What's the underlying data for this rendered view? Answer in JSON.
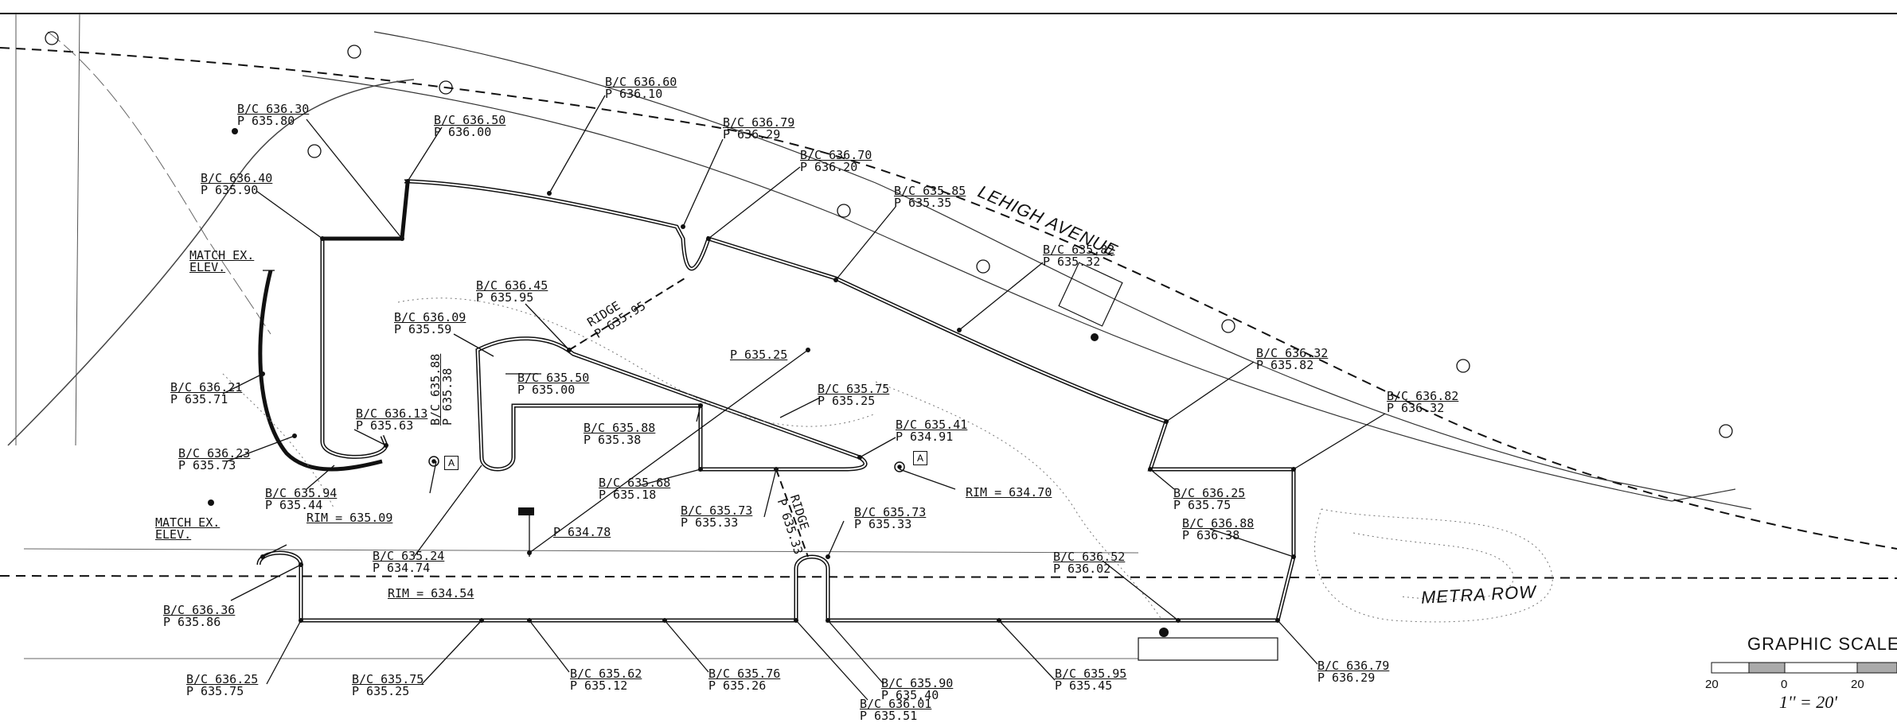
{
  "streets": {
    "lehigh": "LEHIGH AVENUE",
    "metra": "METRA ROW"
  },
  "spot_labels": [
    {
      "bc": "B/C 636.30",
      "p": "P 635.80"
    },
    {
      "bc": "B/C 636.50",
      "p": "P 636.00"
    },
    {
      "bc": "B/C 636.60",
      "p": "P 636.10"
    },
    {
      "bc": "B/C 636.79",
      "p": "P 636.29"
    },
    {
      "bc": "B/C 636.70",
      "p": "P 636.20"
    },
    {
      "bc": "B/C 635.85",
      "p": "P 635.35"
    },
    {
      "bc": "B/C 635.82",
      "p": "P 635.32"
    },
    {
      "bc": "B/C 636.40",
      "p": "P 635.90"
    },
    {
      "bc": "B/C 636.45",
      "p": "P 635.95"
    },
    {
      "bc": "B/C 636.09",
      "p": "P 635.59"
    },
    {
      "bc": "B/C 635.50",
      "p": "P 635.00"
    },
    {
      "bc": "B/C 635.75",
      "p": "P 635.25"
    },
    {
      "bc": "B/C 636.32",
      "p": "P 635.82"
    },
    {
      "bc": "B/C 636.82",
      "p": "P 636.32"
    },
    {
      "bc": "B/C 636.21",
      "p": "P 635.71"
    },
    {
      "bc": "B/C 636.13",
      "p": "P 635.63"
    },
    {
      "bc": "B/C 636.23",
      "p": "P 635.73"
    },
    {
      "bc": "B/C 635.88",
      "p": "P 635.38"
    },
    {
      "bc": "B/C 635.41",
      "p": "P 634.91"
    },
    {
      "bc": "B/C 635.94",
      "p": "P 635.44"
    },
    {
      "bc": "B/C 635.68",
      "p": "P 635.18"
    },
    {
      "bc": "B/C 635.73",
      "p": "P 635.33"
    },
    {
      "bc": "B/C 635.73",
      "p": "P 635.33"
    },
    {
      "bc": "B/C 636.25",
      "p": "P 635.75"
    },
    {
      "bc": "B/C 636.88",
      "p": "P 636.38"
    },
    {
      "bc": "B/C 635.24",
      "p": "P 634.74"
    },
    {
      "bc": "B/C 636.52",
      "p": "P 636.02"
    },
    {
      "bc": "B/C 636.36",
      "p": "P 635.86"
    },
    {
      "bc": "B/C 636.25",
      "p": "P 635.75"
    },
    {
      "bc": "B/C 635.75",
      "p": "P 635.25"
    },
    {
      "bc": "B/C 635.62",
      "p": "P 635.12"
    },
    {
      "bc": "B/C 635.76",
      "p": "P 635.26"
    },
    {
      "bc": "B/C 635.90",
      "p": "P 635.40"
    },
    {
      "bc": "B/C 636.01",
      "p": "P 635.51"
    },
    {
      "bc": "B/C 635.95",
      "p": "P 635.45"
    },
    {
      "bc": "B/C 636.79",
      "p": "P 636.29"
    }
  ],
  "vertical_label": {
    "bc": "B/C 635.88",
    "p": "P 635.38"
  },
  "match_labels": [
    {
      "line1": "MATCH EX.",
      "line2": "ELEV."
    },
    {
      "line1": "MATCH EX.",
      "line2": "ELEV."
    }
  ],
  "single_labels": [
    "P 635.25",
    "P 634.78",
    "RIM = 635.09",
    "RIM = 634.70",
    "RIM = 634.54"
  ],
  "ridges": [
    {
      "line1": "RIDGE",
      "line2": "P 635.95"
    },
    {
      "line1": "RIDGE",
      "line2": "P 635.33"
    }
  ],
  "structure_tags": [
    "A",
    "A"
  ],
  "graphic_scale": {
    "title": "GRAPHIC SCALE",
    "ticks": [
      "20",
      "0",
      "20"
    ],
    "ratio": "1'' = 20'"
  },
  "colors": {
    "ink": "#111111",
    "contour": "#777777",
    "scale_fill": "#aaaaaa"
  }
}
